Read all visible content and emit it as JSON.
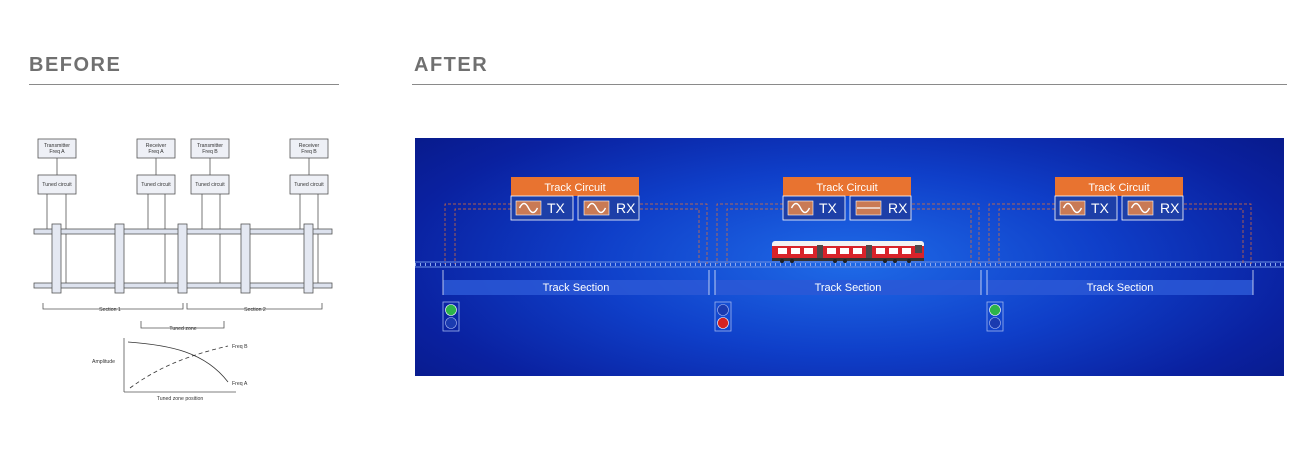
{
  "headings": {
    "before": "BEFORE",
    "after": "AFTER"
  },
  "before": {
    "boxes": {
      "transmitter_a": [
        "Transmitter",
        "Freq A"
      ],
      "receiver_a": [
        "Receiver",
        "Freq A"
      ],
      "transmitter_b": [
        "Transmitter",
        "Freq B"
      ],
      "receiver_b": [
        "Receiver",
        "Freq B"
      ],
      "tuned_circuit": "Tuned circuit"
    },
    "section1": "Section 1",
    "section2": "Section 2",
    "tuned_zone": "Tuned zone",
    "graph": {
      "ylabel": "Amplitude",
      "xlabel": "Tuned zone position",
      "freq_a": "Freq A",
      "freq_b": "Freq B"
    }
  },
  "after": {
    "track_circuit_label": "Track Circuit",
    "tx_label": "TX",
    "rx_label": "RX",
    "track_section_label": "Track Section",
    "circuits": [
      {
        "rx_active": true,
        "signal": "green"
      },
      {
        "rx_active": false,
        "signal": "red"
      },
      {
        "rx_active": true,
        "signal": "green"
      }
    ],
    "colors": {
      "orange": "#e87330",
      "signal_green": "#2db34a",
      "signal_red": "#d42222",
      "train_red": "#d8232a"
    }
  }
}
